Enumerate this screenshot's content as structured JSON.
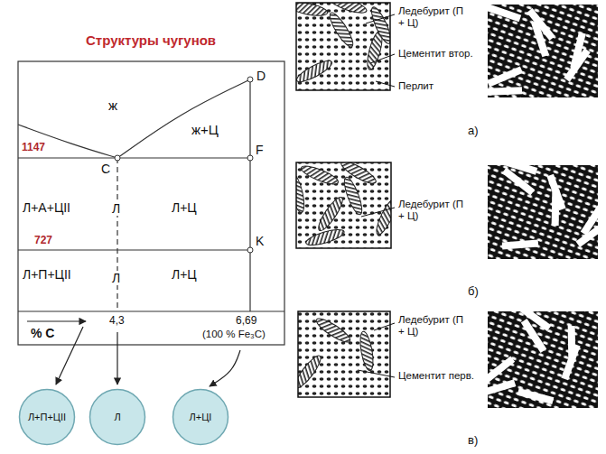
{
  "diagram": {
    "title": "Структуры чугунов",
    "nodes": [
      {
        "text": [
          "Л+П+ЦII"
        ]
      },
      {
        "text": [
          "Л"
        ]
      },
      {
        "text": [
          "Л+ЦI"
        ]
      }
    ],
    "labels": [
      "1147",
      "727",
      "ж",
      "ж+Ц",
      "D",
      "C",
      "F",
      "K",
      "Л+А+ЦII",
      "Л",
      "Л+Ц",
      "Л+П+ЦII",
      "Л",
      "Л+Ц",
      "% С",
      "4,3",
      "6,69",
      "(100 % Fe₃C)",
      "Ледебурит (П + Ц)",
      "Цементит втор.",
      "Перлит",
      "а)",
      "Ледебурит (П + Ц)",
      "б)",
      "Ледебурит (П + Ц)",
      "Цементит перв.",
      "в)"
    ]
  }
}
